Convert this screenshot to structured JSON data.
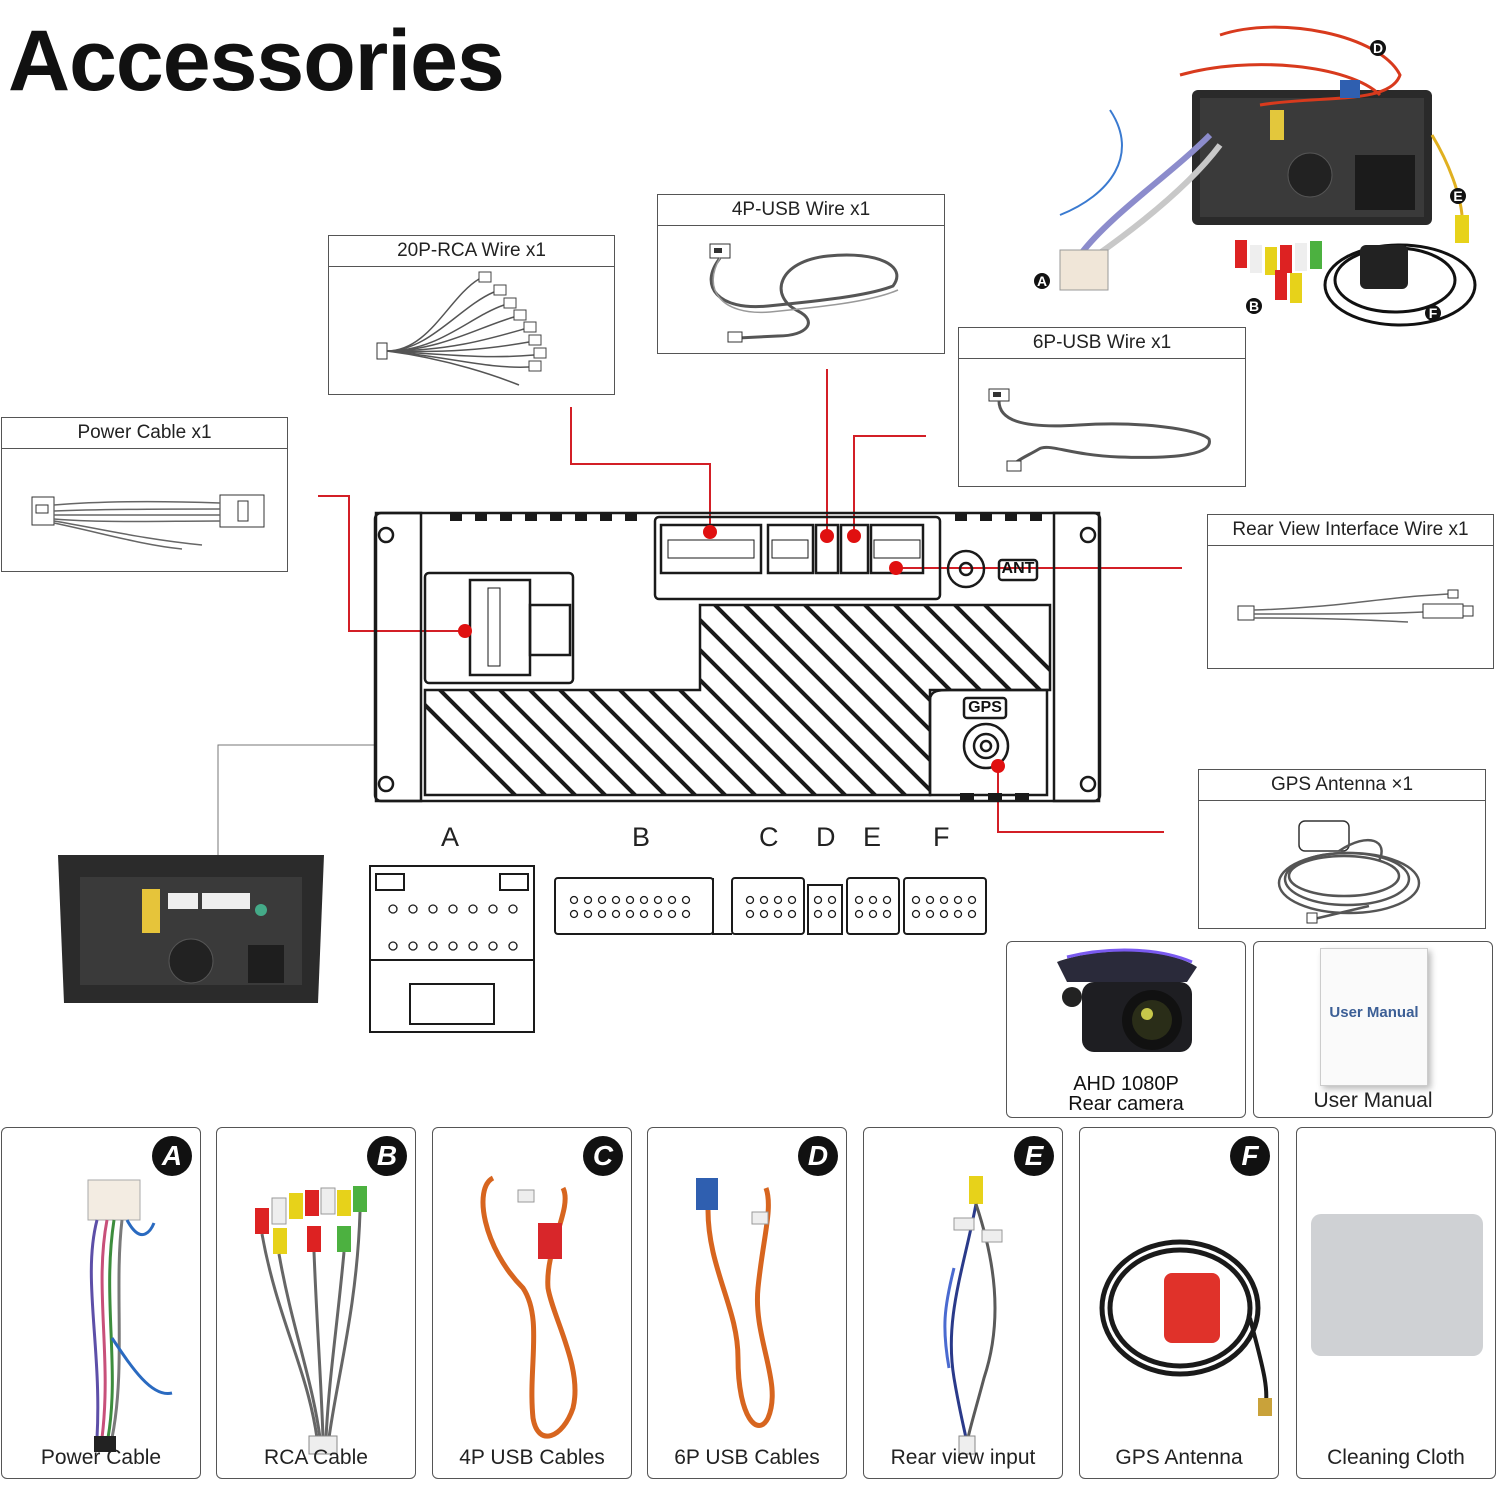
{
  "title": "Accessories",
  "callouts": {
    "rca_wire": "20P-RCA Wire x1",
    "usb4p_wire": "4P-USB Wire x1",
    "usb6p_wire": "6P-USB Wire x1",
    "power_cable": "Power Cable x1",
    "rear_view_wire": "Rear View Interface Wire x1",
    "gps_antenna": "GPS Antenna ×1"
  },
  "unit_labels": {
    "ant": "ANT",
    "gps": "GPS"
  },
  "connector_letters": [
    "A",
    "B",
    "C",
    "D",
    "E",
    "F"
  ],
  "photo_letters": [
    "A",
    "B",
    "D",
    "E",
    "F"
  ],
  "camera": {
    "line1": "AHD 1080P",
    "line2": "Rear camera"
  },
  "manual": {
    "cover_text": "User Manual",
    "label": "User Manual"
  },
  "items": [
    {
      "badge": "A",
      "label": "Power Cable"
    },
    {
      "badge": "B",
      "label": "RCA Cable"
    },
    {
      "badge": "C",
      "label": "4P USB Cables"
    },
    {
      "badge": "D",
      "label": "6P USB Cables"
    },
    {
      "badge": "E",
      "label": "Rear view input"
    },
    {
      "badge": "F",
      "label": "GPS Antenna"
    },
    {
      "badge": "",
      "label": "Cleaning Cloth"
    }
  ],
  "colors": {
    "callout_line": "#d31f26",
    "connector_dot": "#e01010",
    "unit_stroke": "#1a1a1a",
    "badge": "#111111"
  }
}
